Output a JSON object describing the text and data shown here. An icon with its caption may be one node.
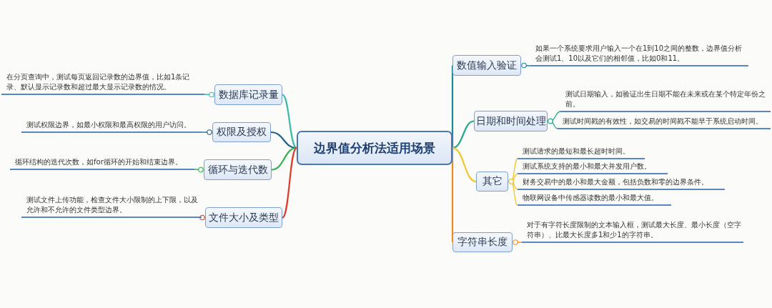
{
  "diagram": {
    "nodes": [
      {
        "text": [
          "边界值分析法适用场景"
        ]
      },
      {
        "text": [
          "数值输入验证"
        ]
      },
      {
        "text": [
          "如果一个系统要求用户输入一个在1到10之间的整数，边界值分析会测试1、10以及它们的相邻值，比如0和11。"
        ]
      },
      {
        "text": [
          "日期和时间处理"
        ]
      },
      {
        "text": [
          "测试日期输入，如验证出生日期不能在未来或在某个特定年份之前。"
        ]
      },
      {
        "text": [
          "测试时间戳的有效性，如交易的时间戳不能早于系统启动时间。"
        ]
      },
      {
        "text": [
          "其它"
        ]
      },
      {
        "text": [
          "测试请求的最短和最长超时时间。"
        ]
      },
      {
        "text": [
          "测试系统支持的最小和最大并发用户数。"
        ]
      },
      {
        "text": [
          "财务交易中的最小和最大金额，包括负数和零的边界条件。"
        ]
      },
      {
        "text": [
          "物联网设备中传感器读数的最小和最大值。"
        ]
      },
      {
        "text": [
          "字符串长度"
        ]
      },
      {
        "text": [
          "对于有字符长度限制的文本输入框，测试最大长度、最小长度（空字符串）、比最大长度多1和少1的字符串。"
        ]
      },
      {
        "text": [
          "数据库记录量"
        ]
      },
      {
        "text": [
          "在分页查询中，测试每页返回记录数的边界值，比如1条记录、默认显示记录数和超过最大显示记录数的情况。"
        ]
      },
      {
        "text": [
          "权限及授权"
        ]
      },
      {
        "text": [
          "测试权限边界，如最小权限和最高权限的用户访问。"
        ]
      },
      {
        "text": [
          "循环与迭代数"
        ]
      },
      {
        "text": [
          "循环结构的迭代次数，如for循环的开始和结束边界。"
        ]
      },
      {
        "text": [
          "文件大小及类型"
        ]
      },
      {
        "text": [
          "测试文件上传功能，检查文件大小限制的上下限，以及允许和不允许的文件类型边界。"
        ]
      }
    ],
    "edges": [
      {
        "from": 0,
        "to": 1,
        "arrow": "none",
        "color": "#1b8a92"
      },
      {
        "from": 1,
        "to": 2,
        "arrow": "other",
        "color": "#1b8a92"
      },
      {
        "from": 0,
        "to": 3,
        "arrow": "none",
        "color": "#22a88c"
      },
      {
        "from": 3,
        "to": 4,
        "arrow": "other",
        "color": "#22a88c"
      },
      {
        "from": 3,
        "to": 5,
        "arrow": "other",
        "color": "#22a88c"
      },
      {
        "from": 0,
        "to": 6,
        "arrow": "none",
        "color": "#f2c52a"
      },
      {
        "from": 6,
        "to": 7,
        "arrow": "other",
        "color": "#f2c52a"
      },
      {
        "from": 6,
        "to": 8,
        "arrow": "other",
        "color": "#f2c52a"
      },
      {
        "from": 6,
        "to": 9,
        "arrow": "other",
        "color": "#f2c52a"
      },
      {
        "from": 6,
        "to": 10,
        "arrow": "other",
        "color": "#f2c52a"
      },
      {
        "from": 0,
        "to": 11,
        "arrow": "none",
        "color": "#f08a1c"
      },
      {
        "from": 11,
        "to": 12,
        "arrow": "other",
        "color": "#f08a1c"
      },
      {
        "from": 0,
        "to": 13,
        "arrow": "none",
        "color": "#3dbbaa"
      },
      {
        "from": 13,
        "to": 14,
        "arrow": "other",
        "color": "#3dbbaa"
      },
      {
        "from": 0,
        "to": 15,
        "arrow": "none",
        "color": "#1d5f88"
      },
      {
        "from": 15,
        "to": 16,
        "arrow": "other",
        "color": "#1d5f88"
      },
      {
        "from": 0,
        "to": 17,
        "arrow": "none",
        "color": "#2db34a"
      },
      {
        "from": 17,
        "to": 18,
        "arrow": "other",
        "color": "#2db34a"
      },
      {
        "from": 0,
        "to": 19,
        "arrow": "none",
        "color": "#e03a2c"
      },
      {
        "from": 19,
        "to": 20,
        "arrow": "other",
        "color": "#e03a2c"
      }
    ]
  }
}
